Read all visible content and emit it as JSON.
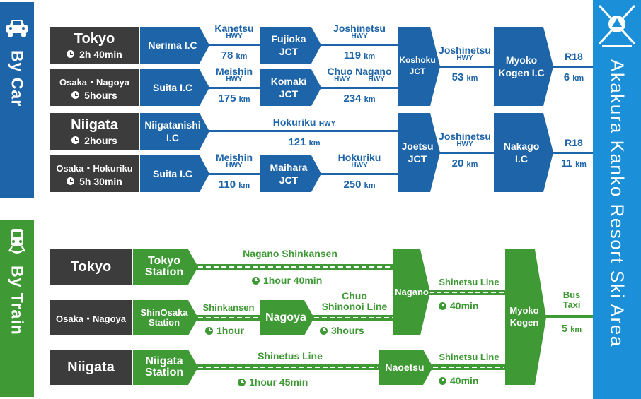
{
  "bands": {
    "car": "By Car",
    "train": "By Train",
    "resort": "Akakura Kanko Resort Ski Area"
  },
  "car": {
    "origins": [
      {
        "name": "Tokyo",
        "time": "2h 40min"
      },
      {
        "name": "Osaka・Nagoya",
        "time": "5hours"
      },
      {
        "name": "Niigata",
        "time": "2hours"
      },
      {
        "name": "Osaka・Hokuriku",
        "time": "5h 30min"
      }
    ],
    "nodes": {
      "nerima": "Nerima I.C",
      "suita1": "Suita I.C",
      "niigatanishi": "Niigatanishi I.C",
      "suita2": "Suita I.C",
      "fujioka": [
        "Fujioka",
        "JCT"
      ],
      "komaki": [
        "Komaki",
        "JCT"
      ],
      "maihara": [
        "Maihara",
        "JCT"
      ],
      "koshoku": [
        "Koshoku",
        "JCT"
      ],
      "joetsu": [
        "Joetsu",
        "JCT"
      ],
      "myoko": [
        "Myoko",
        "Kogen I.C"
      ],
      "nakago": [
        "Nakago",
        "I.C"
      ]
    },
    "segments": {
      "kanetsu": {
        "road": "Kanetsu",
        "hwy": "HWY",
        "km": "78"
      },
      "meishin1": {
        "road": "Meishin",
        "hwy": "HWY",
        "km": "175"
      },
      "meishin2": {
        "road": "Meishin",
        "hwy": "HWY",
        "km": "110"
      },
      "joshinetsu1": {
        "road": "Joshinetsu",
        "hwy": "HWY",
        "km": "119"
      },
      "chuo": {
        "road1": "Chuo",
        "road2": "Nagano",
        "hwy": "HWY",
        "km": "234"
      },
      "hokuriku1": {
        "road": "Hokuriku",
        "hwy": "HWY",
        "km": "121"
      },
      "hokuriku2": {
        "road": "Hokuriku",
        "hwy": "HWY",
        "km": "250"
      },
      "joshinetsu2": {
        "road": "Joshinetsu",
        "hwy": "HWY",
        "km": "53"
      },
      "joshinetsu3": {
        "road": "Joshinetsu",
        "hwy": "HWY",
        "km": "20"
      },
      "r18a": {
        "road": "R18",
        "km": "6"
      },
      "r18b": {
        "road": "R18",
        "km": "11"
      }
    },
    "unit": "km"
  },
  "train": {
    "origins": [
      {
        "name": "Tokyo"
      },
      {
        "name": "Osaka・Nagoya"
      },
      {
        "name": "Niigata"
      }
    ],
    "nodes": {
      "tokyo_station": [
        "Tokyo",
        "Station"
      ],
      "shinosaka_station": [
        "ShinOsaka",
        "Station"
      ],
      "niigata_station": [
        "Niigata",
        "Station"
      ],
      "nagoya": "Nagoya",
      "nagano": "Nagano",
      "naoetsu": "Naoetsu",
      "myoko": [
        "Myoko",
        "Kogen"
      ]
    },
    "segments": {
      "nagano_shinkansen": {
        "line": "Nagano Shinkansen",
        "time": "1hour 40min"
      },
      "shinkansen": {
        "line": "Shinkansen",
        "time": "1hour"
      },
      "chuo_shinonoi": {
        "line1": "Chuo",
        "line2": "Shinonoi Line",
        "time": "3hours"
      },
      "shinetus": {
        "line": "Shinetus Line",
        "time": "1hour 45min"
      },
      "shinetsu1": {
        "line": "Shinetsu Line",
        "time": "40min"
      },
      "shinetsu2": {
        "line": "Shinetsu Line",
        "time": "40min"
      },
      "bus_taxi": {
        "line1": "Bus",
        "line2": "Taxi",
        "km": "5"
      }
    }
  },
  "colors": {
    "car": "#1e64a8",
    "train": "#3f9a35",
    "resort": "#1b8fd8",
    "origin": "#3c3c3c"
  }
}
